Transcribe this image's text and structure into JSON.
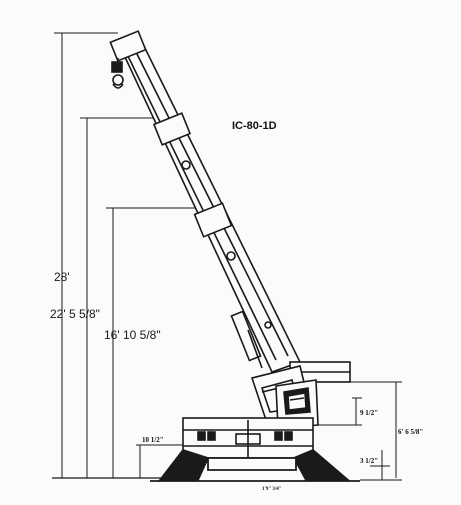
{
  "diagram": {
    "model_label": "IC-80-1D",
    "heights": {
      "total": "28'",
      "second": "22' 5 5/8\"",
      "third": "16' 10 5/8\""
    },
    "small_dims": {
      "left_frame": "10 1/2\"",
      "cab_height": "9 1/2\"",
      "right_upper": "6' 6 5/8\"",
      "right_lower": "3 1/2\"",
      "base_note": "1'9\" 3/4\""
    }
  }
}
